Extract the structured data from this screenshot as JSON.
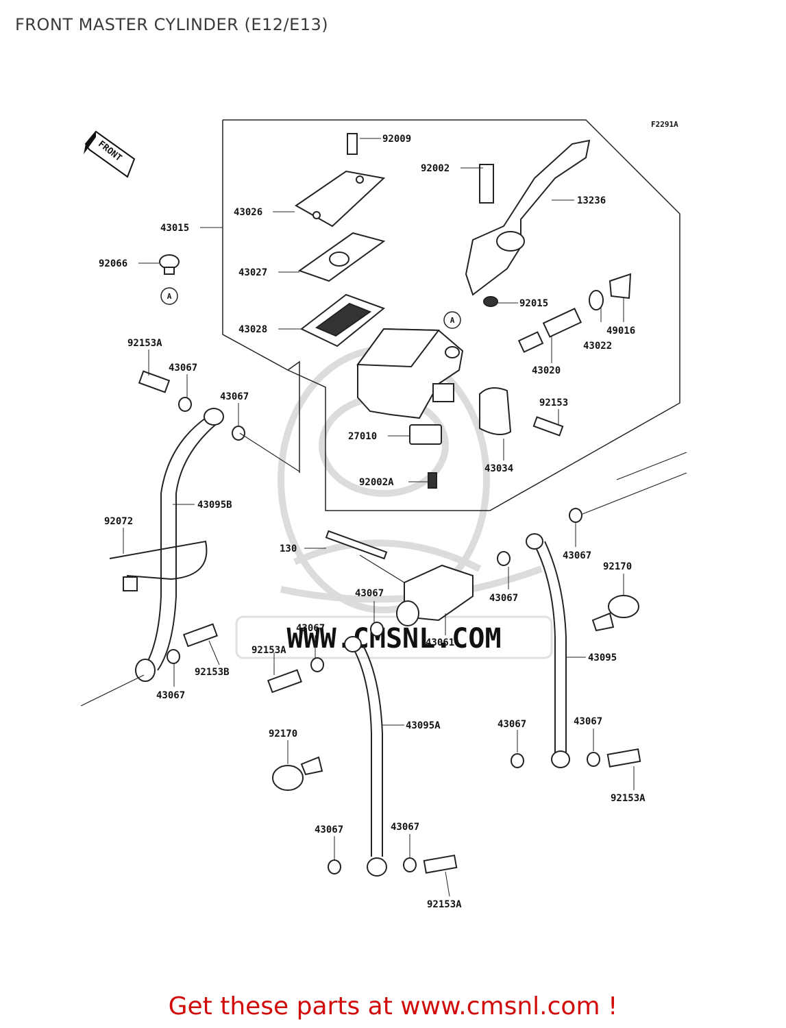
{
  "page": {
    "title": "FRONT MASTER CYLINDER (E12/E13)",
    "ref_code": "F2291A",
    "front_marker": "FRONT",
    "callout_marker": "A",
    "watermark": "WWW.CMSNL.COM",
    "footer": "Get these parts at www.cmsnl.com !"
  },
  "parts": [
    "92009",
    "92002",
    "13236",
    "43026",
    "43015",
    "92066",
    "43027",
    "43028",
    "92015",
    "49016",
    "43022",
    "43020",
    "92153A",
    "43067",
    "43067",
    "92153",
    "27010",
    "43034",
    "92002A",
    "43095B",
    "92072",
    "130",
    "43067",
    "92170",
    "43067",
    "43061",
    "43067",
    "43067",
    "92153A",
    "92153B",
    "43095",
    "43067",
    "43095A",
    "43067",
    "43067",
    "92170",
    "92153A",
    "43067",
    "43067",
    "92153A"
  ]
}
